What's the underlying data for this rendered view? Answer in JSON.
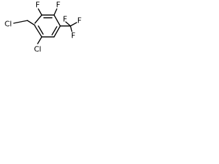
{
  "molecule": {
    "atoms": {
      "cl_methyl": "Cl",
      "f_upper_left": "F",
      "f_upper_right": "F",
      "cf3_f_left": "F",
      "cf3_f_right": "F",
      "cf3_f_bottom": "F",
      "cl_ring": "Cl"
    }
  }
}
